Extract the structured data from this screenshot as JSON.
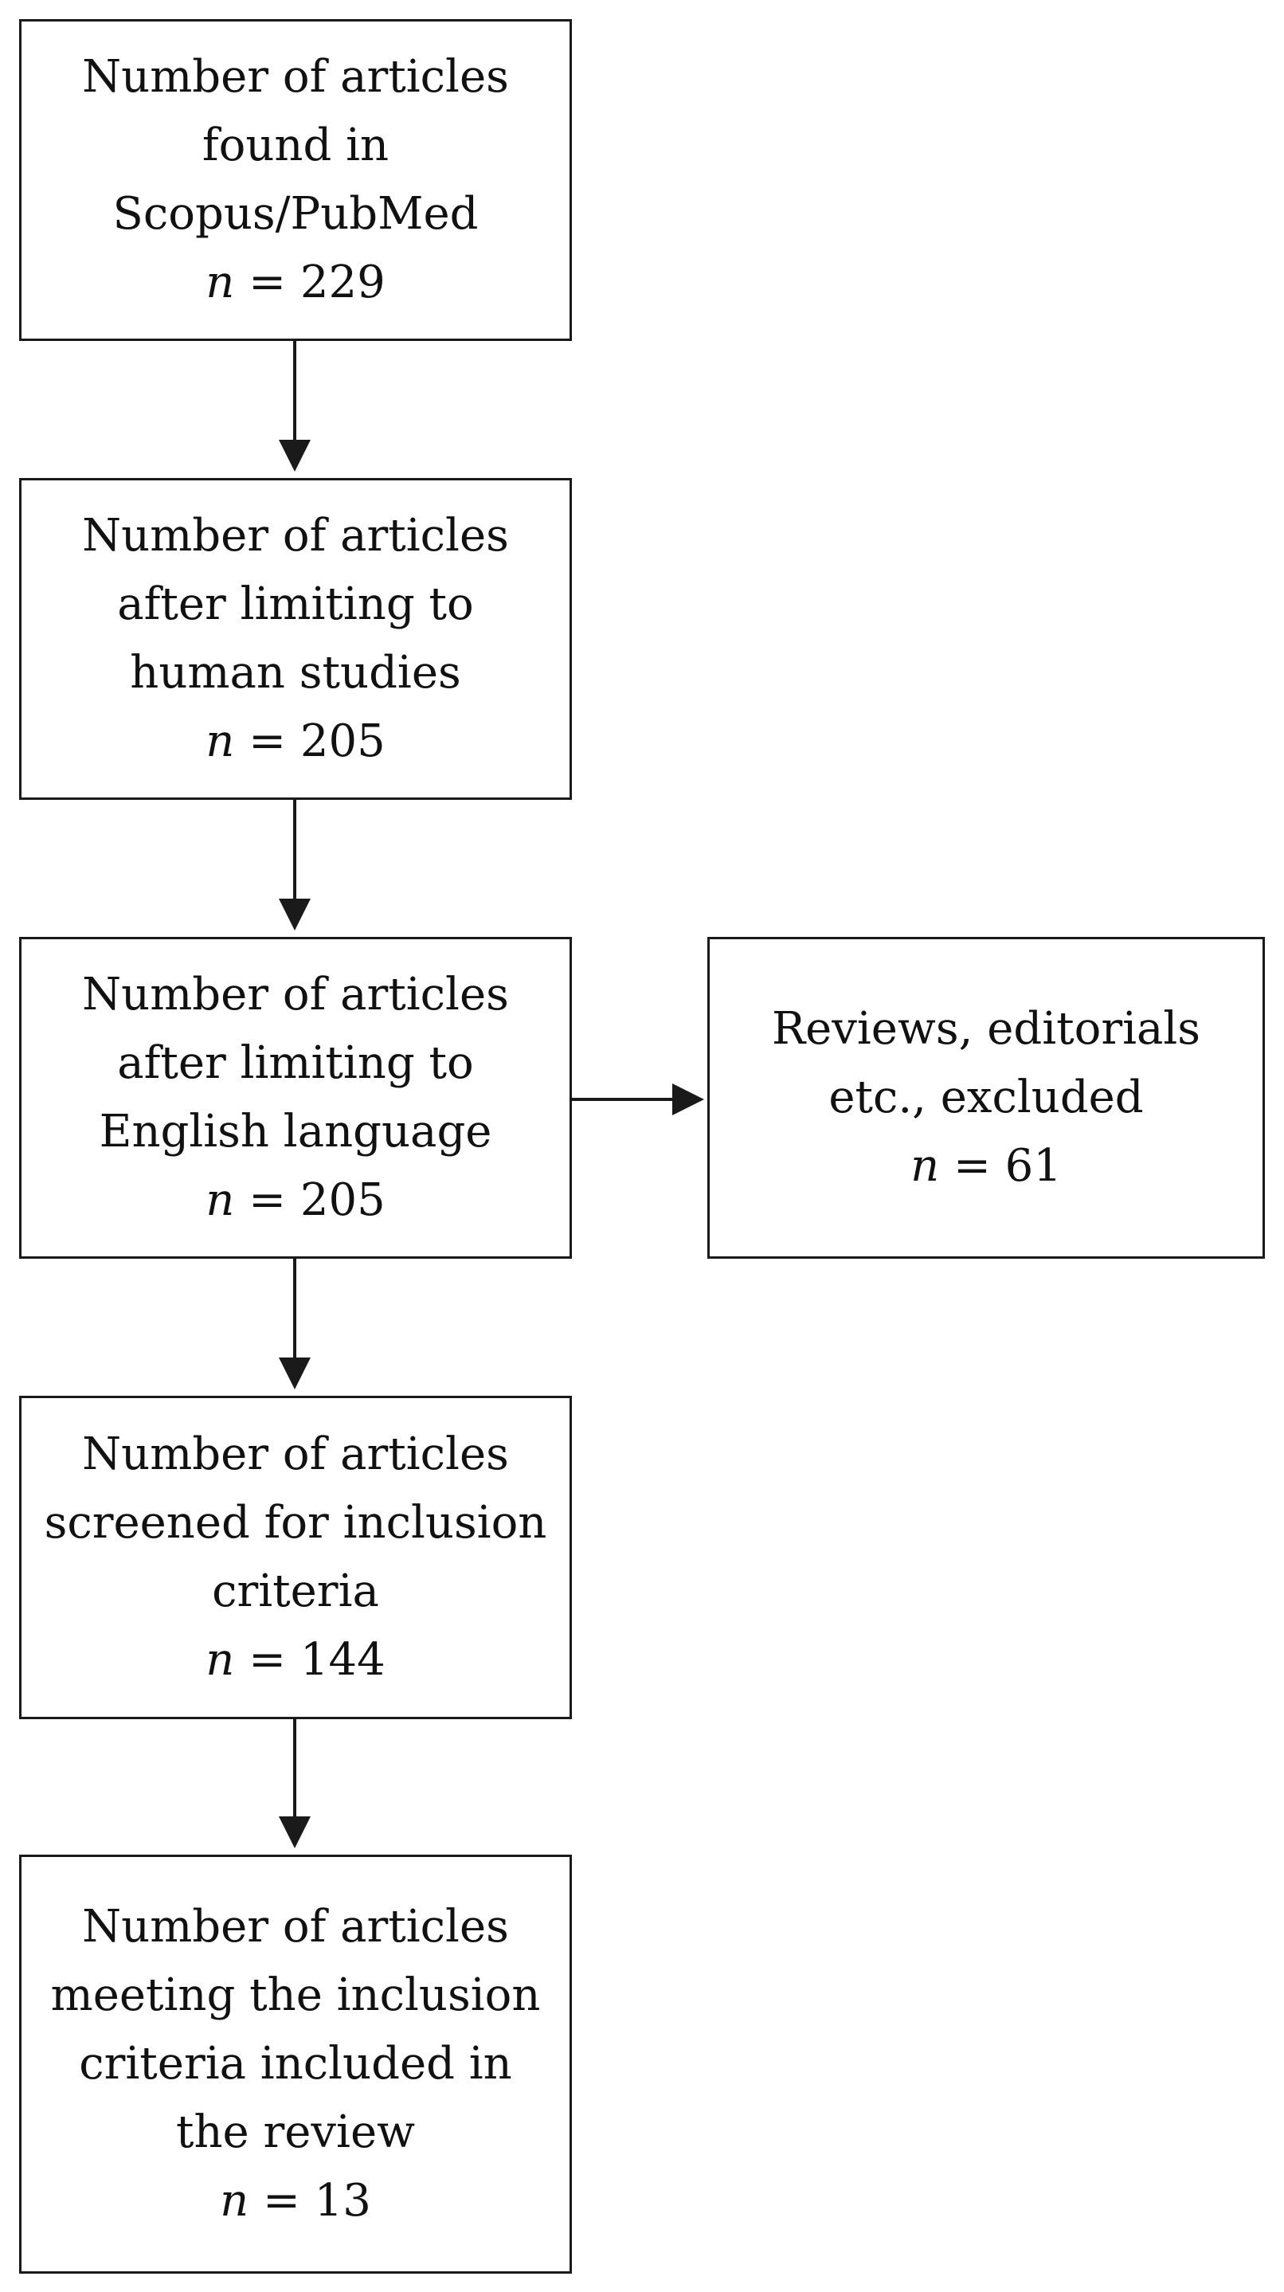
{
  "boxes": [
    {
      "lines": [
        "Number of articles",
        "found in",
        "Scopus/PubMed"
      ],
      "n_label": "n",
      "n_rest": " = 229"
    },
    {
      "lines": [
        "Number of articles",
        "after limiting to",
        "human studies"
      ],
      "n_label": "n",
      "n_rest": " = 205"
    },
    {
      "lines": [
        "Number of articles",
        "after limiting to",
        "English language"
      ],
      "n_label": "n",
      "n_rest": " = 205"
    },
    {
      "lines": [
        "Number of articles",
        "screened for inclusion",
        "criteria"
      ],
      "n_label": "n",
      "n_rest": " = 144"
    },
    {
      "lines": [
        "Number of articles",
        "meeting the inclusion",
        "criteria included in",
        "the review"
      ],
      "n_label": "n",
      "n_rest": " = 13"
    }
  ],
  "excluded": {
    "lines": [
      "Reviews, editorials",
      "etc., excluded"
    ],
    "n_label": "n",
    "n_rest": " = 61"
  },
  "colors": {
    "stroke": "#1a1a1a",
    "text": "#111111",
    "background": "#ffffff"
  }
}
